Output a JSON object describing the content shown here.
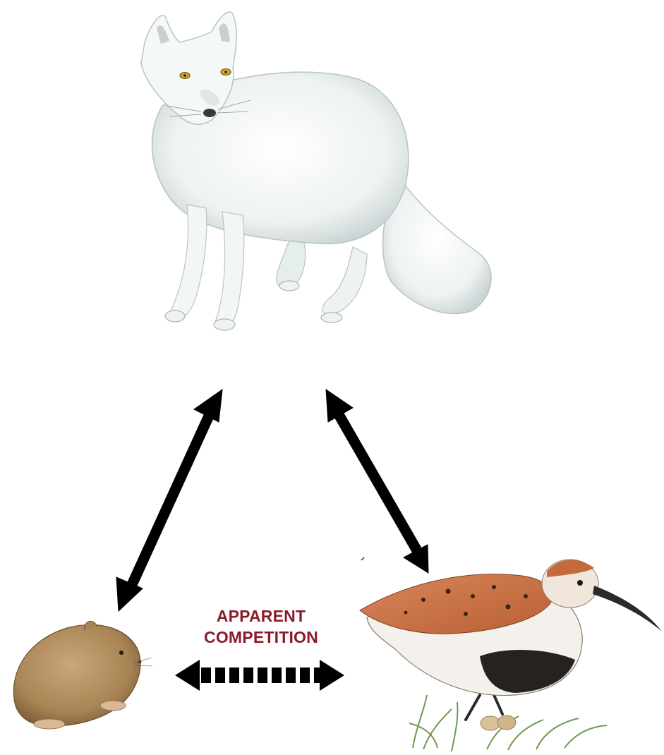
{
  "diagram": {
    "nodes": [
      {
        "id": "fox",
        "illustration": "arctic-fox-illustration"
      },
      {
        "id": "lemming",
        "illustration": "lemming-illustration"
      },
      {
        "id": "shorebird",
        "illustration": "dunlin-shorebird-illustration"
      }
    ],
    "edges": [
      {
        "from": "fox",
        "to": "lemming",
        "style": "solid",
        "direction": "bidirectional"
      },
      {
        "from": "fox",
        "to": "shorebird",
        "style": "solid",
        "direction": "bidirectional"
      },
      {
        "from": "lemming",
        "to": "shorebird",
        "style": "dashed",
        "direction": "bidirectional"
      }
    ],
    "relation_label": {
      "line1": "APPARENT",
      "line2": "COMPETITION"
    },
    "colors": {
      "label": "#8b1a2b",
      "arrows": "#000000"
    }
  }
}
